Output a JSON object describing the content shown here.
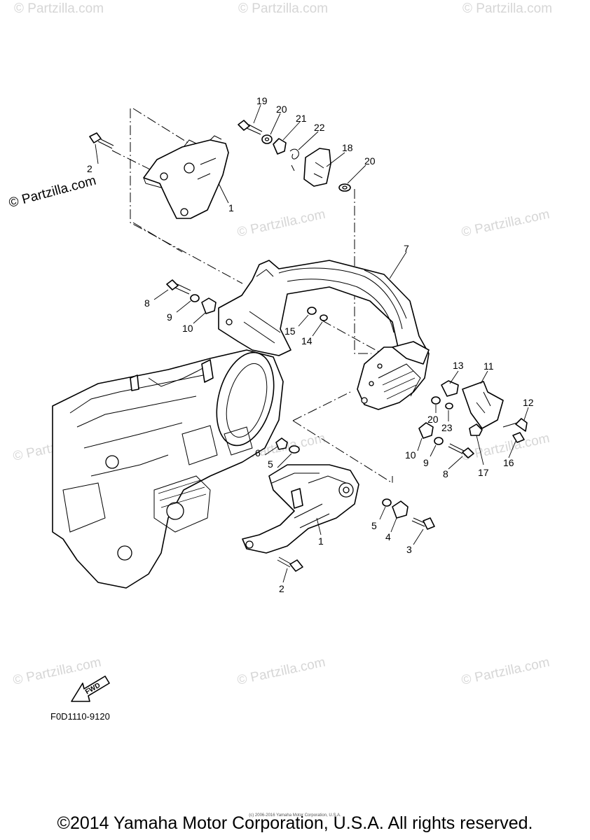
{
  "watermark_text": "© Partzilla.com",
  "brand_watermark": "© Partzilla.com",
  "fwd_label": "FWD",
  "diagram_code": "F0D1110-9120",
  "copyright": "©2014 Yamaha Motor Corporation, U.S.A. All rights reserved.",
  "small_credit": "(c) 2006-2016 Yamaha Motor Corporation, U.S.A.",
  "callouts": {
    "c19": "19",
    "c20a": "20",
    "c21": "21",
    "c22": "22",
    "c18": "18",
    "c20b": "20",
    "c2a": "2",
    "c1a": "1",
    "c7": "7",
    "c8a": "8",
    "c9a": "9",
    "c10a": "10",
    "c15": "15",
    "c14": "14",
    "c13": "13",
    "c11": "11",
    "c12": "12",
    "c20c": "20",
    "c23": "23",
    "c10b": "10",
    "c9b": "9",
    "c8b": "8",
    "c17": "17",
    "c16": "16",
    "c6": "6",
    "c5a": "5",
    "c1b": "1",
    "c5b": "5",
    "c4": "4",
    "c3": "3",
    "c2b": "2"
  }
}
